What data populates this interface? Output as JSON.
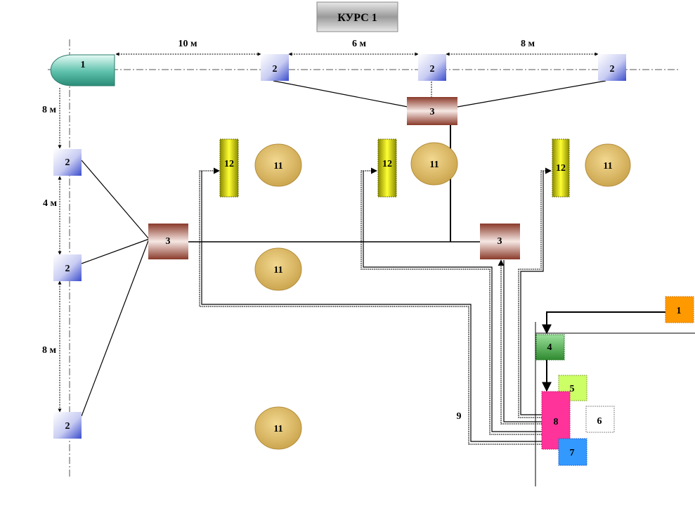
{
  "title": "КУРС 1",
  "dimensions": {
    "d10": "10 м",
    "d6": "6 м",
    "d8top": "8 м",
    "d8left": "8 м",
    "d4": "4 м",
    "d8bottom": "8 м"
  },
  "labels": {
    "ship": "1",
    "sensor": "2",
    "junction": "3",
    "reflector": "11",
    "buoy": "12",
    "unit1": "1",
    "unit4": "4",
    "unit5": "5",
    "unit6": "6",
    "unit7": "7",
    "unit8": "8",
    "cable9": "9"
  },
  "colors": {
    "ship": "#3aa08c",
    "sensor": "#4a5ad0",
    "junction": "#9a4a3a",
    "buoy": "#c8c800",
    "reflector": "#d4b060",
    "unit1": "#ff9900",
    "unit4": "#44a044",
    "unit5": "#ccff66",
    "unit7": "#3399ff",
    "unit8": "#ff3399"
  }
}
